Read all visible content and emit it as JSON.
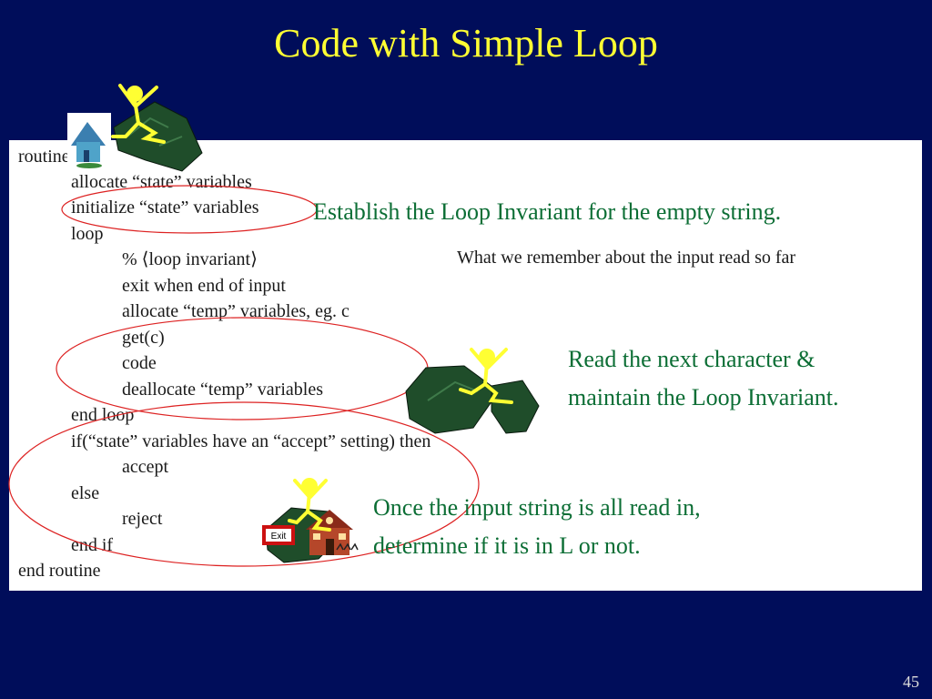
{
  "title": "Code with Simple Loop",
  "code_lines": [
    "routine",
    "allocate “state” variables",
    "initialize “state” variables",
    "loop",
    "% ⟨loop invariant⟩",
    "exit when end of input",
    "allocate “temp” variables, eg. c",
    "get(c)",
    "code",
    "deallocate “temp” variables",
    "end loop",
    "if(“state” variables have an “accept” setting) then",
    "accept",
    "else",
    "reject",
    "end if",
    "end routine"
  ],
  "remember_note": "What we remember about the input read so far",
  "callouts": {
    "establish": "Establish the Loop Invariant for the empty string.",
    "read_line1": "Read the next character &",
    "read_line2": "maintain the Loop Invariant.",
    "once_line1": "Once the input string is all read in,",
    "once_line2": "determine if it is in L or not."
  },
  "exit_sign": "Exit",
  "page_number": "45",
  "colors": {
    "background": "#000d5a",
    "title": "#ffff33",
    "callout_text": "#0c6e35",
    "ellipse": "#dd2222",
    "figure": "#ffff33",
    "rock": "#1f4d2a"
  }
}
